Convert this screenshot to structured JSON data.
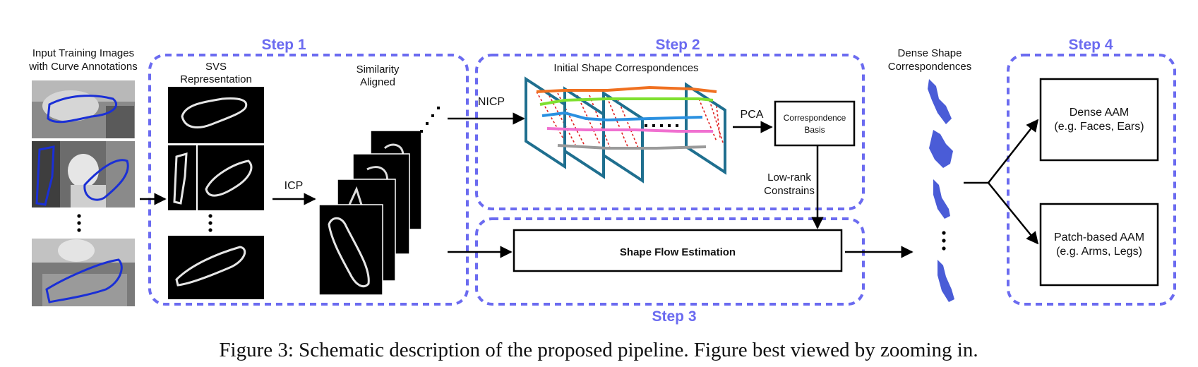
{
  "colors": {
    "step_border": "#6b6bf0",
    "curve_annotation": "#1a2fd6",
    "frame_stroke": "#1f6f8f",
    "correspondence_dash": "#e02020",
    "shape_point_cloud": "#2a3fd0",
    "line_orange": "#f07020",
    "line_green": "#7fe030",
    "line_blue": "#2a90e0",
    "line_pink": "#f070d0",
    "line_gray": "#9a9a9a"
  },
  "labels": {
    "input_images": [
      "Input Training Images",
      "with Curve Annotations"
    ],
    "svs": [
      "SVS",
      "Representation"
    ],
    "similarity": [
      "Similarity",
      "Aligned"
    ],
    "icp": "ICP",
    "nicp": "NICP",
    "initial_corr": "Initial Shape Correspondences",
    "pca": "PCA",
    "corr_basis": [
      "Correspondence",
      "Basis"
    ],
    "low_rank": [
      "Low-rank",
      "Constrains"
    ],
    "shape_flow": "Shape Flow Estimation",
    "dense_corr": [
      "Dense Shape",
      "Correspondences"
    ],
    "dense_aam": [
      "Dense AAM",
      "(e.g. Faces, Ears)"
    ],
    "patch_aam": [
      "Patch-based AAM",
      "(e.g. Arms, Legs)"
    ]
  },
  "steps": [
    "Step 1",
    "Step 2",
    "Step 3",
    "Step 4"
  ],
  "caption": "Figure 3: Schematic description of the proposed pipeline. Figure best viewed by zooming in."
}
